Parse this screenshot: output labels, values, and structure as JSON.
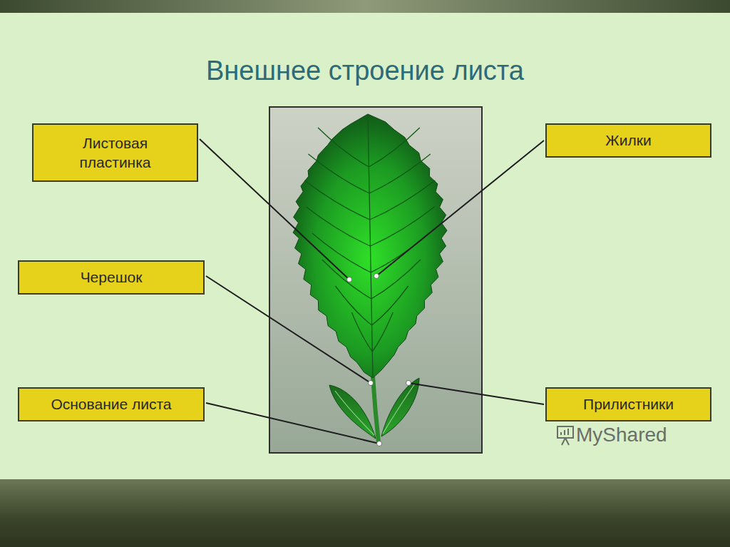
{
  "diagram": {
    "title": "Внешнее строение листа",
    "nodes": [
      {
        "text": [
          "Листовая пластинка"
        ]
      },
      {
        "text": [
          "Жилки"
        ]
      },
      {
        "text": [
          "Черешок"
        ]
      },
      {
        "text": [
          "Основание листа"
        ]
      },
      {
        "text": [
          "Прилистники"
        ]
      }
    ],
    "labels": [
      "MyShared"
    ]
  }
}
